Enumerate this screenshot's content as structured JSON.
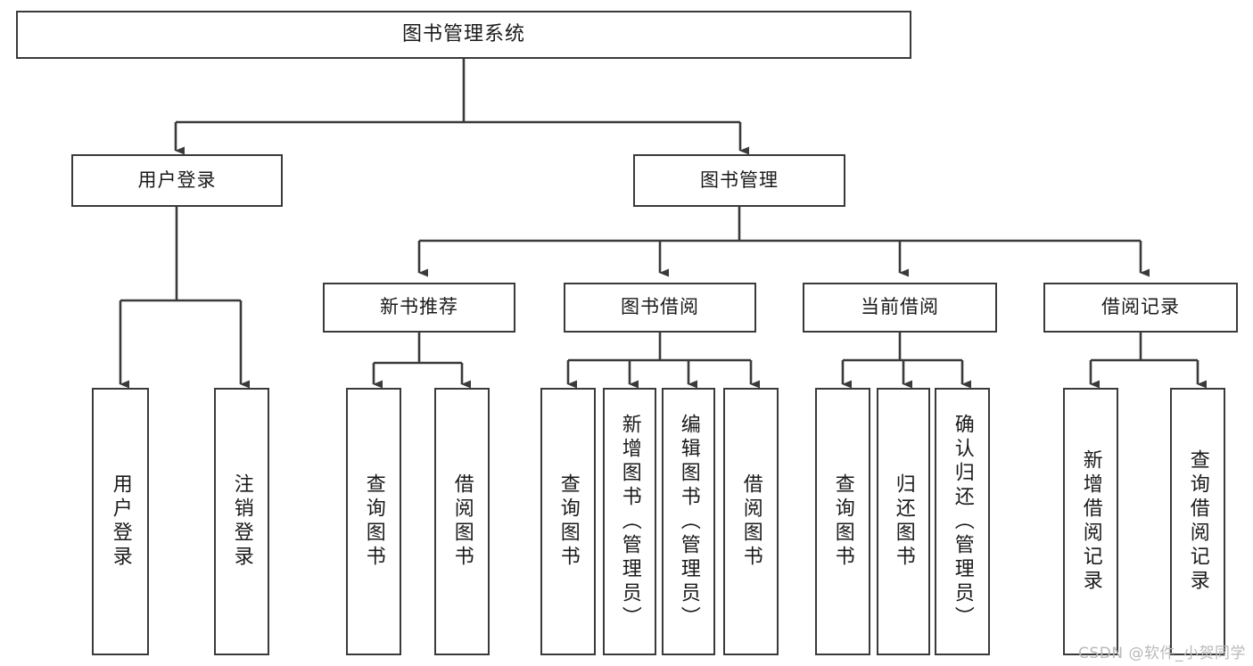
{
  "diagram": {
    "title": "图书管理系统",
    "type": "tree",
    "orientation": "top-down",
    "colors": {
      "background": "#ffffff",
      "node_fill": "#ffffff",
      "node_border": "#3a3a3a",
      "edge": "#3a3a3a",
      "text": "#1a1a1a",
      "watermark": "#b9b9b9"
    },
    "root": {
      "id": "root",
      "label": "图书管理系统"
    },
    "level1": [
      {
        "id": "user-login",
        "label": "用户登录"
      },
      {
        "id": "book-manage",
        "label": "图书管理"
      }
    ],
    "level2": [
      {
        "id": "new-book-rec",
        "label": "新书推荐",
        "parent": "book-manage"
      },
      {
        "id": "book-borrow",
        "label": "图书借阅",
        "parent": "book-manage"
      },
      {
        "id": "current-borrow",
        "label": "当前借阅",
        "parent": "book-manage"
      },
      {
        "id": "borrow-record",
        "label": "借阅记录",
        "parent": "book-manage"
      }
    ],
    "leaves": {
      "user-login": [
        {
          "id": "leaf-user-login",
          "label": "用户登录"
        },
        {
          "id": "leaf-logout",
          "label": "注销登录"
        }
      ],
      "new-book-rec": [
        {
          "id": "leaf-query-book-1",
          "label": "查询图书"
        },
        {
          "id": "leaf-borrow-book-1",
          "label": "借阅图书"
        }
      ],
      "book-borrow": [
        {
          "id": "leaf-query-book-2",
          "label": "查询图书"
        },
        {
          "id": "leaf-add-book",
          "label": "新增图书（管理员）"
        },
        {
          "id": "leaf-edit-book",
          "label": "编辑图书（管理员）"
        },
        {
          "id": "leaf-borrow-book-2",
          "label": "借阅图书"
        }
      ],
      "current-borrow": [
        {
          "id": "leaf-query-book-3",
          "label": "查询图书"
        },
        {
          "id": "leaf-return-book",
          "label": "归还图书"
        },
        {
          "id": "leaf-confirm-return",
          "label": "确认归还（管理员）"
        }
      ],
      "borrow-record": [
        {
          "id": "leaf-add-record",
          "label": "新增借阅记录"
        },
        {
          "id": "leaf-query-record",
          "label": "查询借阅记录"
        }
      ]
    }
  },
  "watermark": {
    "text": "CSDN @软件_小贺同学"
  }
}
